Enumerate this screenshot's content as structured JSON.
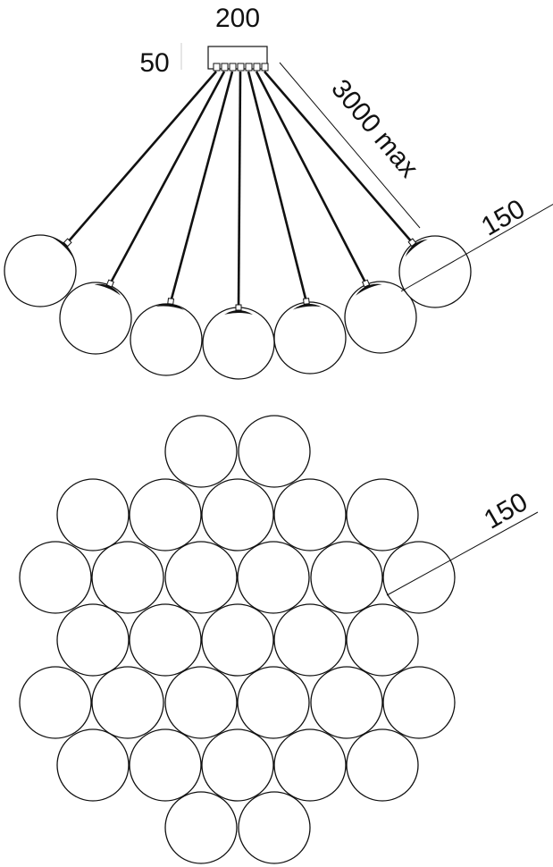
{
  "dimensions": {
    "canopy_width": "200",
    "canopy_height": "50",
    "cable_length": "3000 max",
    "globe_diameter_side": "150",
    "globe_diameter_plan": "150"
  },
  "colors": {
    "stroke": "#111111",
    "background": "#ffffff"
  }
}
